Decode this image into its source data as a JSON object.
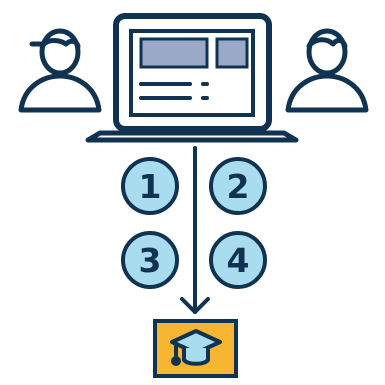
{
  "colors": {
    "outline": "#0f3350",
    "fill_light": "#a9dcef",
    "screen_block": "#9aa9c6",
    "badge": "#f7b632",
    "white": "#ffffff"
  },
  "icons": {
    "person_left": "user-icon",
    "person_right": "user-icon",
    "device": "laptop-icon",
    "destination": "graduation-cap-icon"
  },
  "steps": [
    {
      "label": "1"
    },
    {
      "label": "2"
    },
    {
      "label": "3"
    },
    {
      "label": "4"
    }
  ]
}
